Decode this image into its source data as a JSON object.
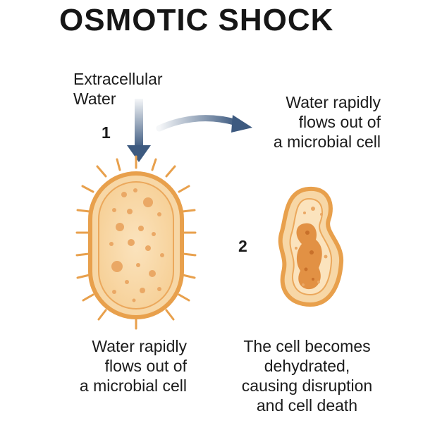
{
  "title": "OSMOTIC SHOCK",
  "labels": {
    "extracellular": "Extracellular\nWater",
    "outflow_top": "Water rapidly\nflows out of\na microbial cell",
    "outflow_bottom": "Water rapidly\nflows out of\na microbial cell",
    "cell_death": "The cell becomes\ndehydrated,\ncausing disruption\nand cell death"
  },
  "steps": [
    "1",
    "2"
  ],
  "colors": {
    "arrow": "#3d5a80",
    "cell_outline": "#e8a04c",
    "cell_fill": "#f9d9a8",
    "granule": "#eaa865",
    "condensed_core": "#e08a3a",
    "text": "#1b1b1b"
  },
  "icons": {
    "downward_arrow": "arrow-down-icon",
    "curved_arrow": "curved-arrow-icon",
    "healthy_cell": "rod-bacterium-icon",
    "shrunken_cell": "plasmolyzed-cell-icon"
  }
}
